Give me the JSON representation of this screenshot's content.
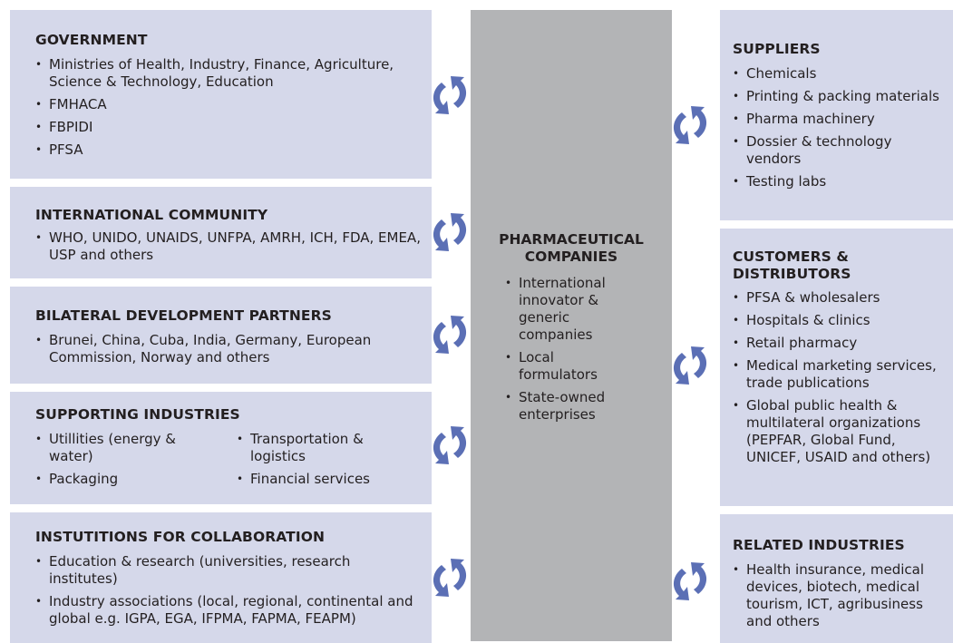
{
  "government": {
    "title": "GOVERNMENT",
    "items": [
      "Ministries of Health, Industry, Finance, Agriculture, Science & Technology, Education",
      "FMHACA",
      "FBPIDI",
      "PFSA"
    ]
  },
  "international": {
    "title": "INTERNATIONAL COMMUNITY",
    "items": [
      "WHO, UNIDO, UNAIDS, UNFPA, AMRH, ICH, FDA, EMEA, USP and others"
    ]
  },
  "bilateral": {
    "title": "BILATERAL DEVELOPMENT PARTNERS",
    "items": [
      "Brunei, China, Cuba, India, Germany, European Commission, Norway and others"
    ]
  },
  "supporting": {
    "title": "SUPPORTING INDUSTRIES",
    "col1": [
      "Utillities (energy & water)",
      "Packaging"
    ],
    "col2": [
      "Transportation & logistics",
      "Financial services"
    ]
  },
  "institutions": {
    "title": "INSTUTITIONS FOR COLLABORATION",
    "items": [
      "Education & research (universities, research institutes)",
      "Industry associations (local, regional, continental and global e.g. IGPA, EGA, IFPMA, FAPMA, FEAPM)"
    ]
  },
  "center": {
    "title": "PHARMACEUTICAL COMPANIES",
    "items": [
      "International innovator & generic companies",
      "Local formulators",
      "State-owned enterprises"
    ]
  },
  "suppliers": {
    "title": "SUPPLIERS",
    "items": [
      "Chemicals",
      "Printing & packing materials",
      "Pharma machinery",
      "Dossier & technology vendors",
      "Testing labs"
    ]
  },
  "customers": {
    "title": "CUSTOMERS & DISTRIBUTORS",
    "items": [
      "PFSA & wholesalers",
      "Hospitals & clinics",
      "Retail pharmacy",
      "Medical marketing services, trade publications",
      "Global public health & multilateral organizations (PEPFAR, Global Fund, UNICEF, USAID and others)"
    ]
  },
  "related": {
    "title": "RELATED INDUSTRIES",
    "items": [
      "Health insurance, medical devices, biotech, medical tourism, ICT, agribusiness and others"
    ]
  },
  "colors": {
    "box_fill": "#d5d8ea",
    "center_fill": "#b3b4b6",
    "arrow": "#5b6fb5",
    "text": "#231f20"
  },
  "icons": {
    "cycle": "cycle-arrows-icon"
  }
}
